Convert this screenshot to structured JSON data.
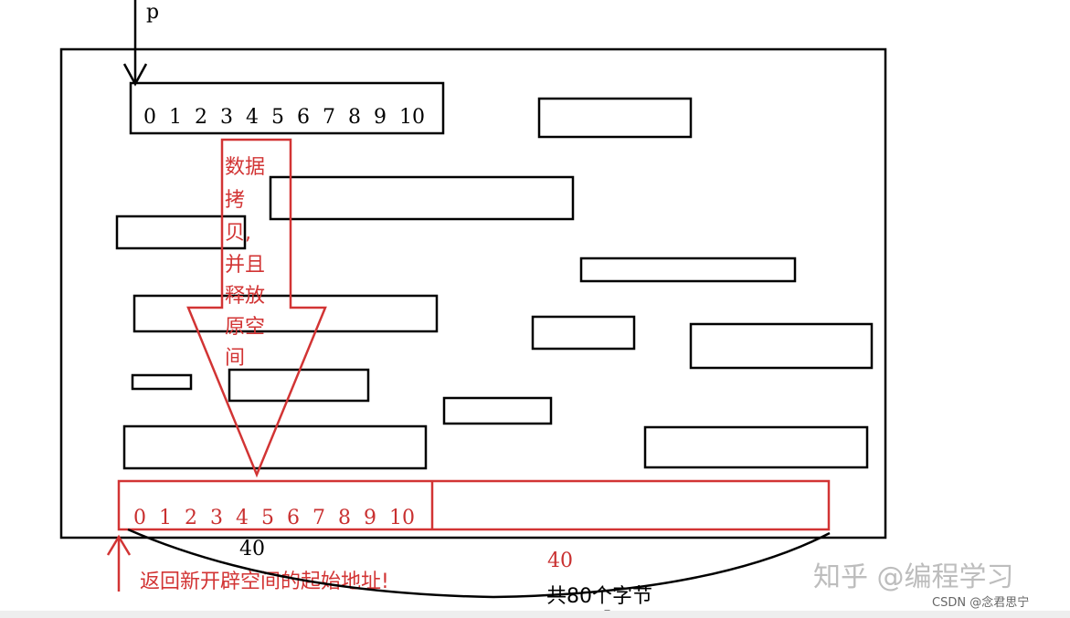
{
  "pointer_label": "p",
  "top_array": {
    "cells": [
      "0",
      "1",
      "2",
      "3",
      "4",
      "5",
      "6",
      "7",
      "8",
      "9",
      "10"
    ]
  },
  "bottom_array": {
    "cells": [
      "0",
      "1",
      "2",
      "3",
      "4",
      "5",
      "6",
      "7",
      "8",
      "9",
      "10"
    ]
  },
  "copy_note": [
    "数据",
    "拷",
    "贝,",
    "并且",
    "释放",
    "原空",
    "间"
  ],
  "return_note": "返回新开辟空间的起始地址!",
  "size_left": "40",
  "size_right": "40",
  "total_label": "共80个字节",
  "watermark": "知乎 @编程学习",
  "csdn_watermark": "CSDN @念君思宁",
  "colors": {
    "red": "#d23434",
    "black": "#000000"
  }
}
